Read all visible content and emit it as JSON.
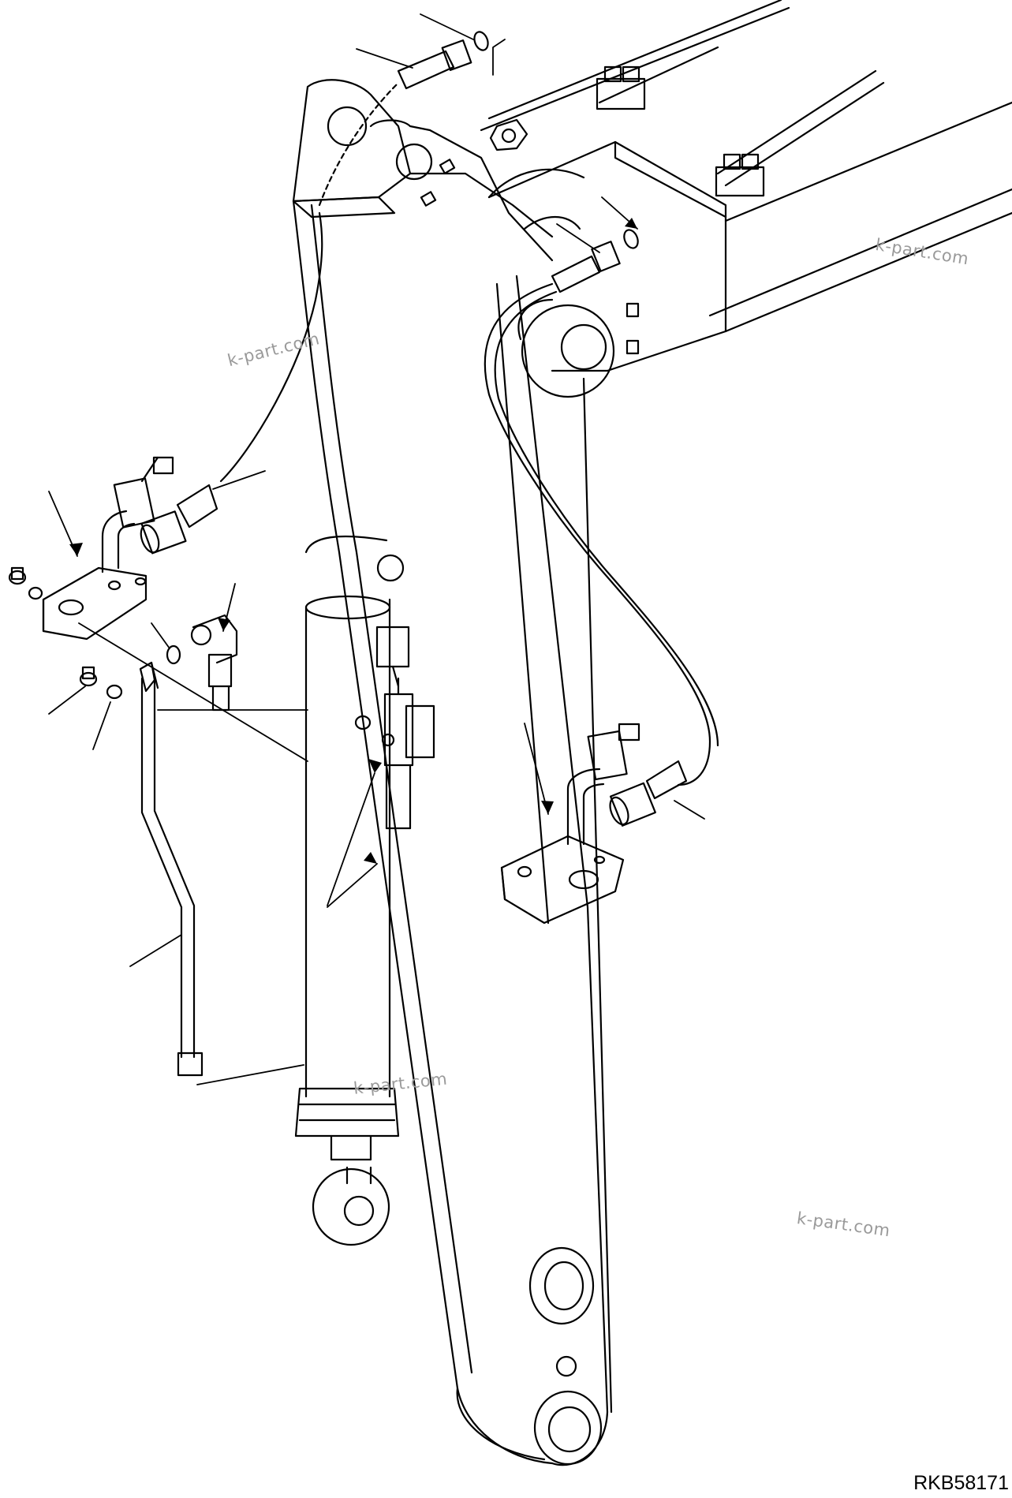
{
  "diagram": {
    "drawing_code": "RKB58171",
    "watermarks": [
      "k-part.com",
      "k-part.com",
      "k-part.com",
      "k-part.com"
    ],
    "colors": {
      "line": "#000000",
      "background": "#ffffff",
      "watermark": "#9a9a9a"
    }
  }
}
